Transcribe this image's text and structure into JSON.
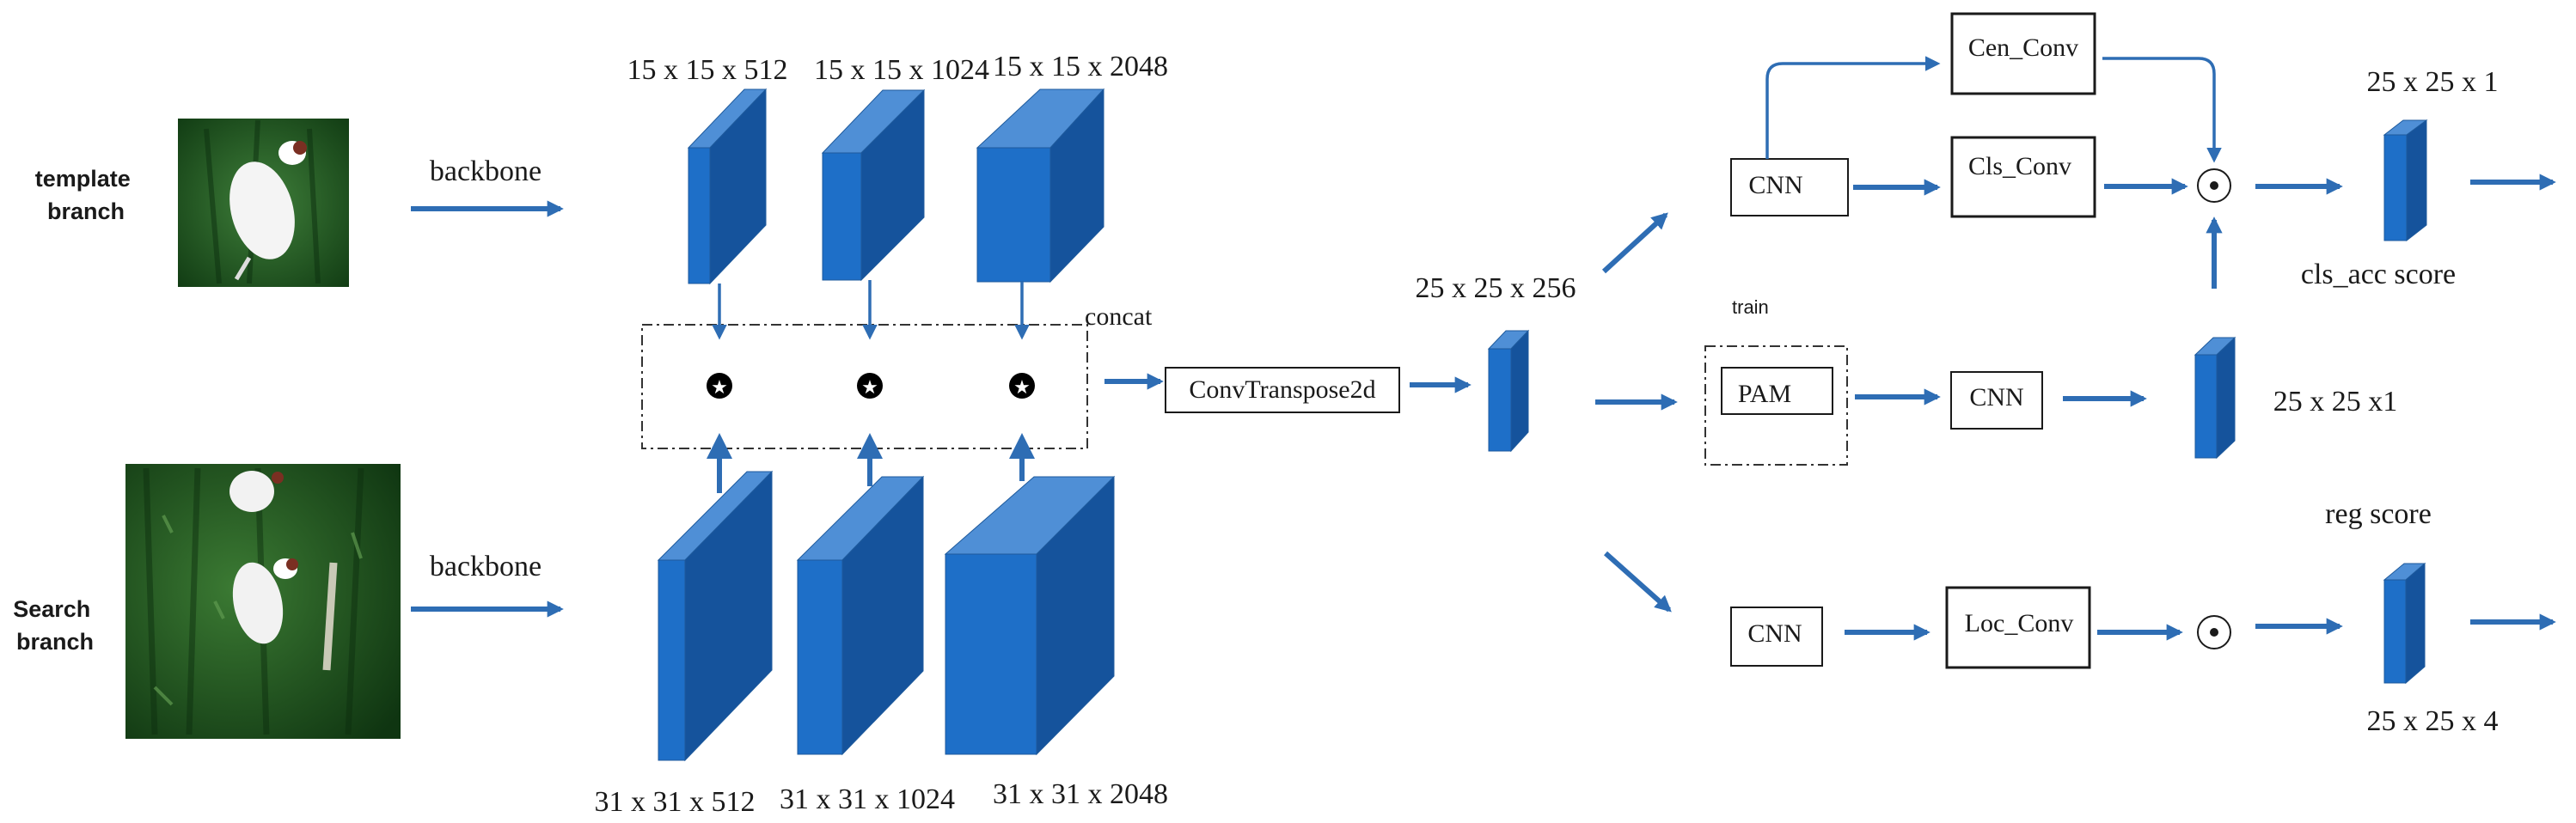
{
  "branches": {
    "template": "template\nbranch",
    "search": "Search\nbranch"
  },
  "labels": {
    "backbone_top": "backbone",
    "backbone_bottom": "backbone",
    "concat": "concat",
    "train": "train",
    "cls_acc_score": "cls_acc score",
    "reg_score": "reg score"
  },
  "dims": {
    "t1": "15 x 15 x 512",
    "t2": "15 x 15 x 1024",
    "t3": "15 x 15 x 2048",
    "s1": "31 x 31 x 512",
    "s2": "31 x 31 x 1024",
    "s3": "31 x 31 x 2048",
    "mid": "25 x 25 x 256",
    "cls_out": "25 x 25 x 1",
    "pam_out": "25 x 25 x1",
    "reg_out": "25 x 25 x 4"
  },
  "boxes": {
    "convtranspose": "ConvTranspose2d",
    "cnn_top": "CNN",
    "cen_conv": "Cen_Conv",
    "cls_conv": "Cls_Conv",
    "pam": "PAM",
    "cnn_mid": "CNN",
    "cnn_bottom": "CNN",
    "loc_conv": "Loc_Conv"
  },
  "symbols": {
    "corr": "★",
    "dot": "•"
  },
  "colors": {
    "arrow": "#2e6db4",
    "cube_front": "#1e6fc8",
    "cube_top": "#4f8fd6",
    "cube_side": "#15539c",
    "grass": "#1f5a1f"
  },
  "images": {
    "template": "bird-template-image",
    "search": "bird-search-image"
  }
}
